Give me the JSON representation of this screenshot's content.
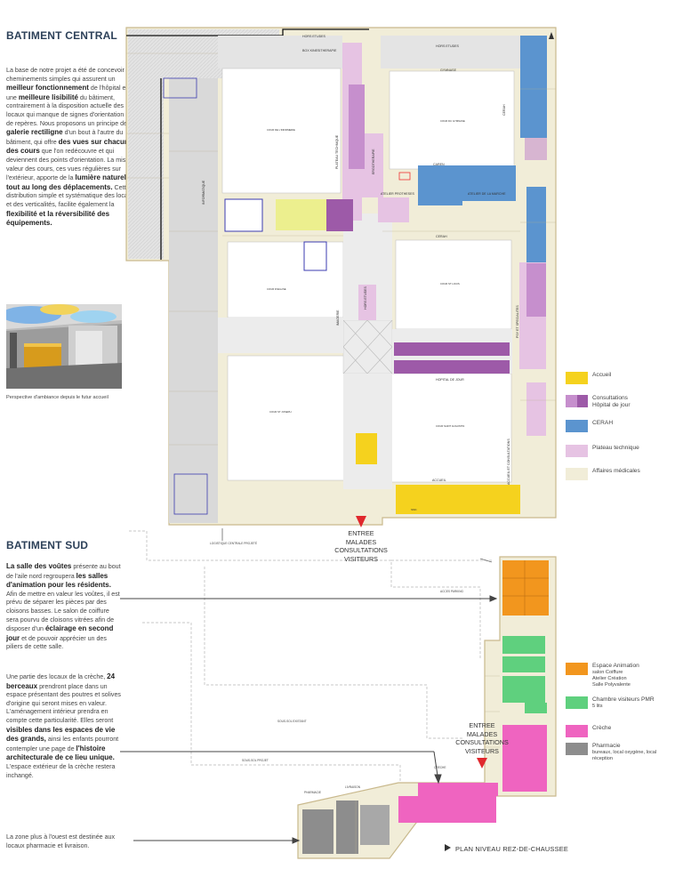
{
  "central": {
    "title": "BATIMENT CENTRAL",
    "paragraph": [
      {
        "t": "La base de notre projet a été de concevoir des cheminements simples qui assurent un ",
        "b": false
      },
      {
        "t": "meilleur fonctionnement",
        "b": true
      },
      {
        "t": " de l'hôpital et une ",
        "b": false
      },
      {
        "t": "meilleure lisibilité",
        "b": true
      },
      {
        "t": " du bâtiment, contrairement à la disposition actuelle des locaux qui manque de signes d'orientation et de repères. Nous proposons un principe de ",
        "b": false
      },
      {
        "t": "galerie rectiligne",
        "b": true
      },
      {
        "t": " d'un bout à l'autre du bâtiment, qui offre ",
        "b": false
      },
      {
        "t": "des vues sur chacune des cours",
        "b": true
      },
      {
        "t": " que l'on redécouvre et qui deviennent des points d'orientation. La mise en valeur des cours, ces vues régulières sur l'extérieur, apporte de la ",
        "b": false
      },
      {
        "t": "lumière naturelle tout au long des déplacements.",
        "b": true
      },
      {
        "t": " Cette distribution simple et systématique des locaux et des verticalités, facilite également la ",
        "b": false
      },
      {
        "t": "flexibilité et la réversibilité des équipements.",
        "b": true
      }
    ],
    "photo_caption": "Perspective d'ambiance depuis le futur accueil"
  },
  "sud": {
    "title": "BATIMENT SUD",
    "paragraph1": [
      {
        "t": "La salle des voûtes",
        "b": true
      },
      {
        "t": " présente au bout de l'aile nord regroupera ",
        "b": false
      },
      {
        "t": "les salles d'animation pour les résidents.",
        "b": true
      },
      {
        "t": " Afin de mettre en valeur les voûtes, il est prévu de séparer les pièces par des cloisons basses. Le salon de coiffure sera pourvu de cloisons vitrées afin de disposer d'un ",
        "b": false
      },
      {
        "t": "éclairage en second jour",
        "b": true
      },
      {
        "t": " et de pouvoir apprécier un des piliers de cette salle.",
        "b": false
      }
    ],
    "paragraph2": [
      {
        "t": "Une partie des locaux de la crèche, ",
        "b": false
      },
      {
        "t": "24 berceaux",
        "b": true
      },
      {
        "t": " prendront place dans un espace présentant des poutres et solives d'origine qui seront mises en valeur. L'aménagement intérieur prendra en compte cette particularité. Elles seront ",
        "b": false
      },
      {
        "t": "visibles dans les espaces de vie des grands,",
        "b": true
      },
      {
        "t": " ainsi les enfants pourront contempler une page de ",
        "b": false
      },
      {
        "t": "l'histoire architecturale de ce lieu unique.",
        "b": true
      },
      {
        "t": " L'espace extérieur de la crèche restera inchangé.",
        "b": false
      }
    ],
    "paragraph3": "La zone plus à l'ouest est destinée aux locaux pharmacie et livraison."
  },
  "legend_central": [
    {
      "label": "Accueil",
      "colors": [
        "#f5d21e"
      ]
    },
    {
      "label": "Consultations\nHôpital de jour",
      "colors": [
        "#c68fcd",
        "#9d5aa8"
      ]
    },
    {
      "label": "CERAH",
      "colors": [
        "#5b94cf"
      ]
    },
    {
      "label": "Plateau technique",
      "colors": [
        "#e6c3e3"
      ]
    },
    {
      "label": "Affaires médicales",
      "colors": [
        "#f1edd8"
      ]
    }
  ],
  "legend_sud": [
    {
      "label": "Espace Animation",
      "sub": "salon Coiffure\nAtelier Création\nSalle Polyvalente",
      "colors": [
        "#f2961e"
      ]
    },
    {
      "label": "Chambre visiteurs PMR",
      "sub": "5 lits",
      "colors": [
        "#5fd07e"
      ]
    },
    {
      "label": "Crèche",
      "sub": "",
      "colors": [
        "#ef64c0"
      ]
    },
    {
      "label": "Pharmacie",
      "sub": "bureaux, local oxygène, local\nréception",
      "colors": [
        "#8d8d8d"
      ]
    }
  ],
  "entrance_central": [
    "ENTREE",
    "MALADES",
    "CONSULTATIONS",
    "VISITEURS"
  ],
  "entrance_sud": [
    "ENTREE",
    "MALADES",
    "CONSULTATIONS",
    "VISITEURS"
  ],
  "plan_labels": {
    "hors_etudes_1": "HORS ETUDES",
    "hors_etudes_2": "HORS ETUDES",
    "gymnase": "GYMNASE",
    "box_kine": "BOX KINESITHERAPIE",
    "plateau_technique": "PLATEAU TECHNIQUE",
    "ergotherapie": "ERGOTHERAPIE",
    "informatique": "INFORMATIQUE",
    "caren": "CAREN",
    "atelier_protheses": "ATELIER PROTHESES",
    "atelier_marche": "ATELIER DE LA MARCHE",
    "cerah_1": "CERAH",
    "cerah_2": "CERAH",
    "imagerie": "IMAGERIE",
    "hors_etudes_3": "HORS ETUDES",
    "psy": "PSY ET SPECIALITES",
    "hopital_jour": "HOPITAL DE JOUR",
    "accueil": "ACCUEIL",
    "accueil_consult": "ACCUEIL ET CONSULTATIONS",
    "cour_infirmerie": "COUR DE L'INFIRMERIE",
    "cour_gymnase": "COUR DU GYMNASE",
    "cour_eglise": "COUR D'EGLISE",
    "cour_louis": "COUR ST LOUIS",
    "cour_joseph": "COUR ST JOSEPH",
    "cour_anne": "COUR SAINT AUGUSTIN",
    "smc": "SMC",
    "sous_sol_existant": "SOUS-SOL EXISTANT",
    "sous_sol_projet": "SOUS-SOL PROJET",
    "logistique": "LOGISTIQUE CENTRALE PROJETÉ",
    "acces_vehicules": "ACCES PARKING",
    "creche": "CRECHE",
    "livraison": "LIVRAISON",
    "pharmacie": "PHARMACIE"
  },
  "footer": "PLAN NIVEAU REZ-DE-CHAUSSEE"
}
